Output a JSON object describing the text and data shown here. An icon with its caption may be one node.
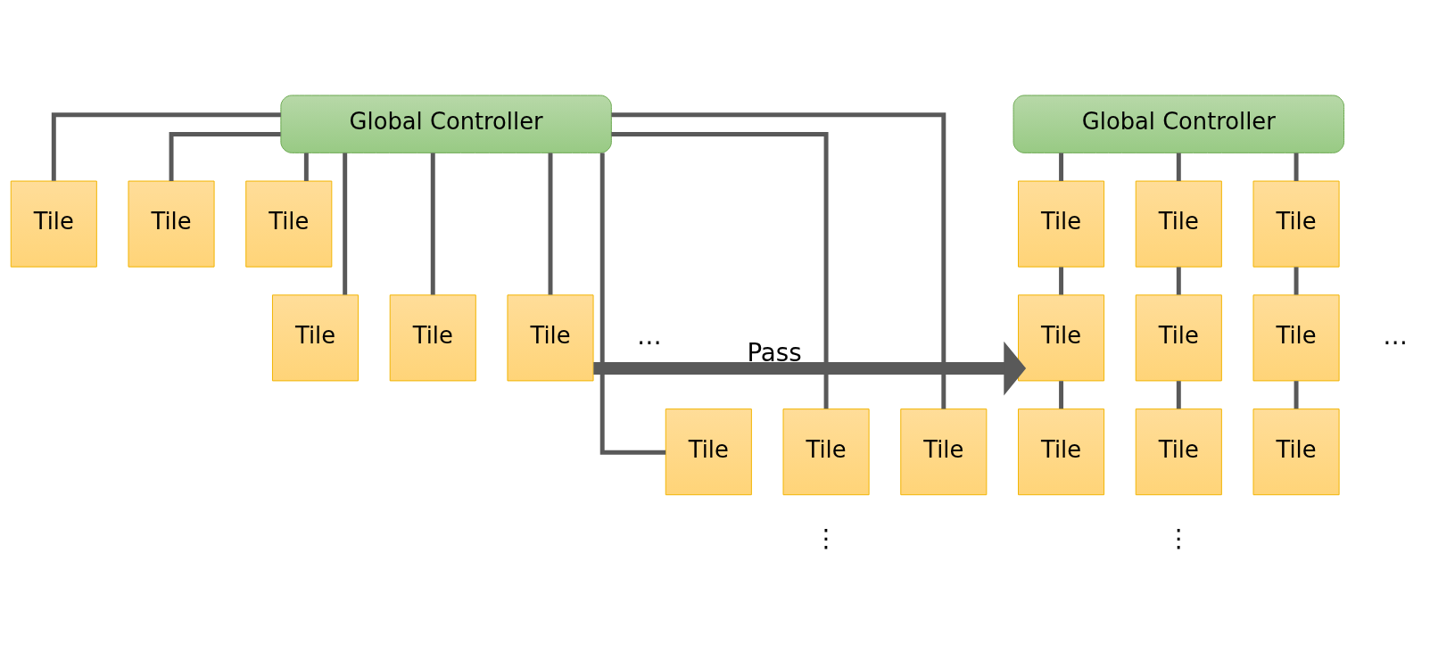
{
  "diagram": {
    "nodes": [
      {
        "text": [
          "Global Controller"
        ]
      },
      {
        "text": [
          "Tile"
        ]
      },
      {
        "text": [
          "Tile"
        ]
      },
      {
        "text": [
          "Tile"
        ]
      },
      {
        "text": [
          "Tile"
        ]
      },
      {
        "text": [
          "Tile"
        ]
      },
      {
        "text": [
          "Tile"
        ]
      },
      {
        "text": [
          "Tile"
        ]
      },
      {
        "text": [
          "Tile"
        ]
      },
      {
        "text": [
          "Tile"
        ]
      },
      {
        "text": [
          "Global Controller"
        ]
      },
      {
        "text": [
          "Tile"
        ]
      },
      {
        "text": [
          "Tile"
        ]
      },
      {
        "text": [
          "Tile"
        ]
      },
      {
        "text": [
          "Tile"
        ]
      },
      {
        "text": [
          "Tile"
        ]
      },
      {
        "text": [
          "Tile"
        ]
      },
      {
        "text": [
          "Tile"
        ]
      },
      {
        "text": [
          "Tile"
        ]
      },
      {
        "text": [
          "Tile"
        ]
      }
    ],
    "edges": [
      {
        "from": 0,
        "to": 1,
        "arrow": "none"
      },
      {
        "from": 0,
        "to": 2,
        "arrow": "none"
      },
      {
        "from": 0,
        "to": 3,
        "arrow": "none"
      },
      {
        "from": 0,
        "to": 4,
        "arrow": "none"
      },
      {
        "from": 0,
        "to": 5,
        "arrow": "none"
      },
      {
        "from": 0,
        "to": 6,
        "arrow": "none"
      },
      {
        "from": 0,
        "to": 7,
        "arrow": "none"
      },
      {
        "from": 0,
        "to": 8,
        "arrow": "none"
      },
      {
        "from": 0,
        "to": 9,
        "arrow": "none"
      },
      {
        "from": 6,
        "to": 14,
        "arrow": "to",
        "label": "Pass",
        "style": "thick"
      },
      {
        "from": 10,
        "to": 11,
        "arrow": "none"
      },
      {
        "from": 10,
        "to": 12,
        "arrow": "none"
      },
      {
        "from": 10,
        "to": 13,
        "arrow": "none"
      },
      {
        "from": 11,
        "to": 14,
        "arrow": "none"
      },
      {
        "from": 14,
        "to": 17,
        "arrow": "none"
      },
      {
        "from": 12,
        "to": 15,
        "arrow": "none"
      },
      {
        "from": 15,
        "to": 18,
        "arrow": "none"
      },
      {
        "from": 13,
        "to": 16,
        "arrow": "none"
      },
      {
        "from": 16,
        "to": 19,
        "arrow": "none"
      }
    ],
    "labels": [
      "…",
      "…",
      "⋮",
      "⋮"
    ]
  }
}
